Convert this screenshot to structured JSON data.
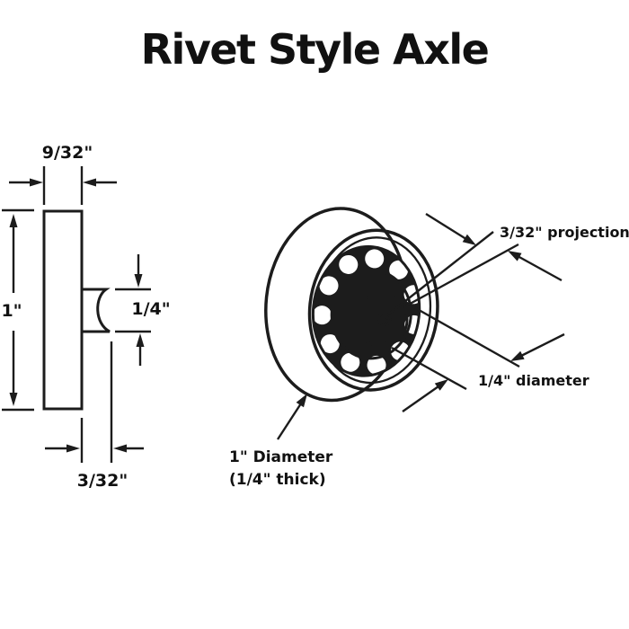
{
  "title": "Rivet Style Axle",
  "side_view": {
    "width_label": "9/32\"",
    "height_label": "1\"",
    "stub_height_label": "1/4\"",
    "stub_length_label": "3/32\""
  },
  "front_view": {
    "projection_label": "3/32\" projection",
    "axle_diameter_label": "1/4\" diameter",
    "wheel_diameter_label": "1\" Diameter",
    "wheel_thickness_label": "(1/4\" thick)"
  },
  "colors": {
    "line": "#1c1c1c",
    "text": "#111111",
    "background": "#ffffff"
  }
}
